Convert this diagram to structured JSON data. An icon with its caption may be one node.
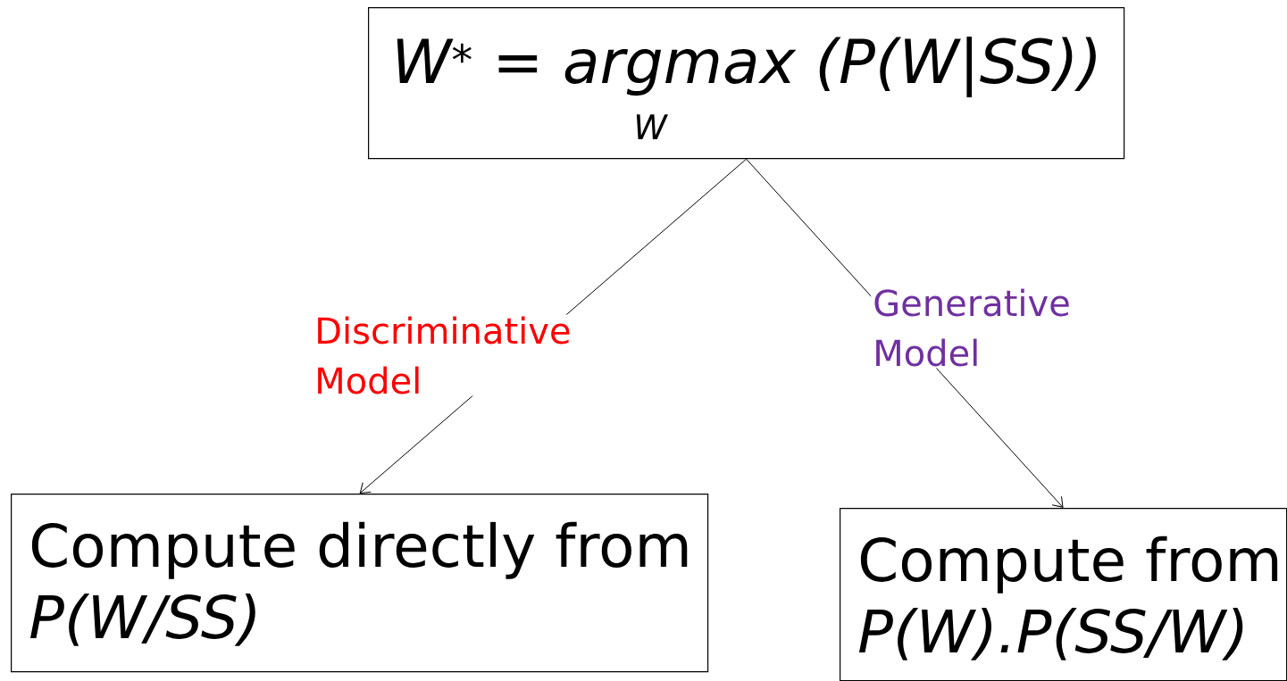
{
  "diagram": {
    "nodes": [
      {
        "text": [
          "W$^{*}$ = argmax (P(W|SS))",
          "W"
        ]
      },
      {
        "text": [
          "Compute directly from",
          "P(W/SS)"
        ]
      },
      {
        "text": [
          "Compute from",
          "P(W).P(SS/W)"
        ]
      }
    ],
    "edges": [
      {
        "from": 0,
        "to": 1,
        "arrow": "to",
        "label": "Discriminative Model"
      },
      {
        "from": 0,
        "to": 2,
        "arrow": "to",
        "label": "Generative Model"
      }
    ]
  }
}
